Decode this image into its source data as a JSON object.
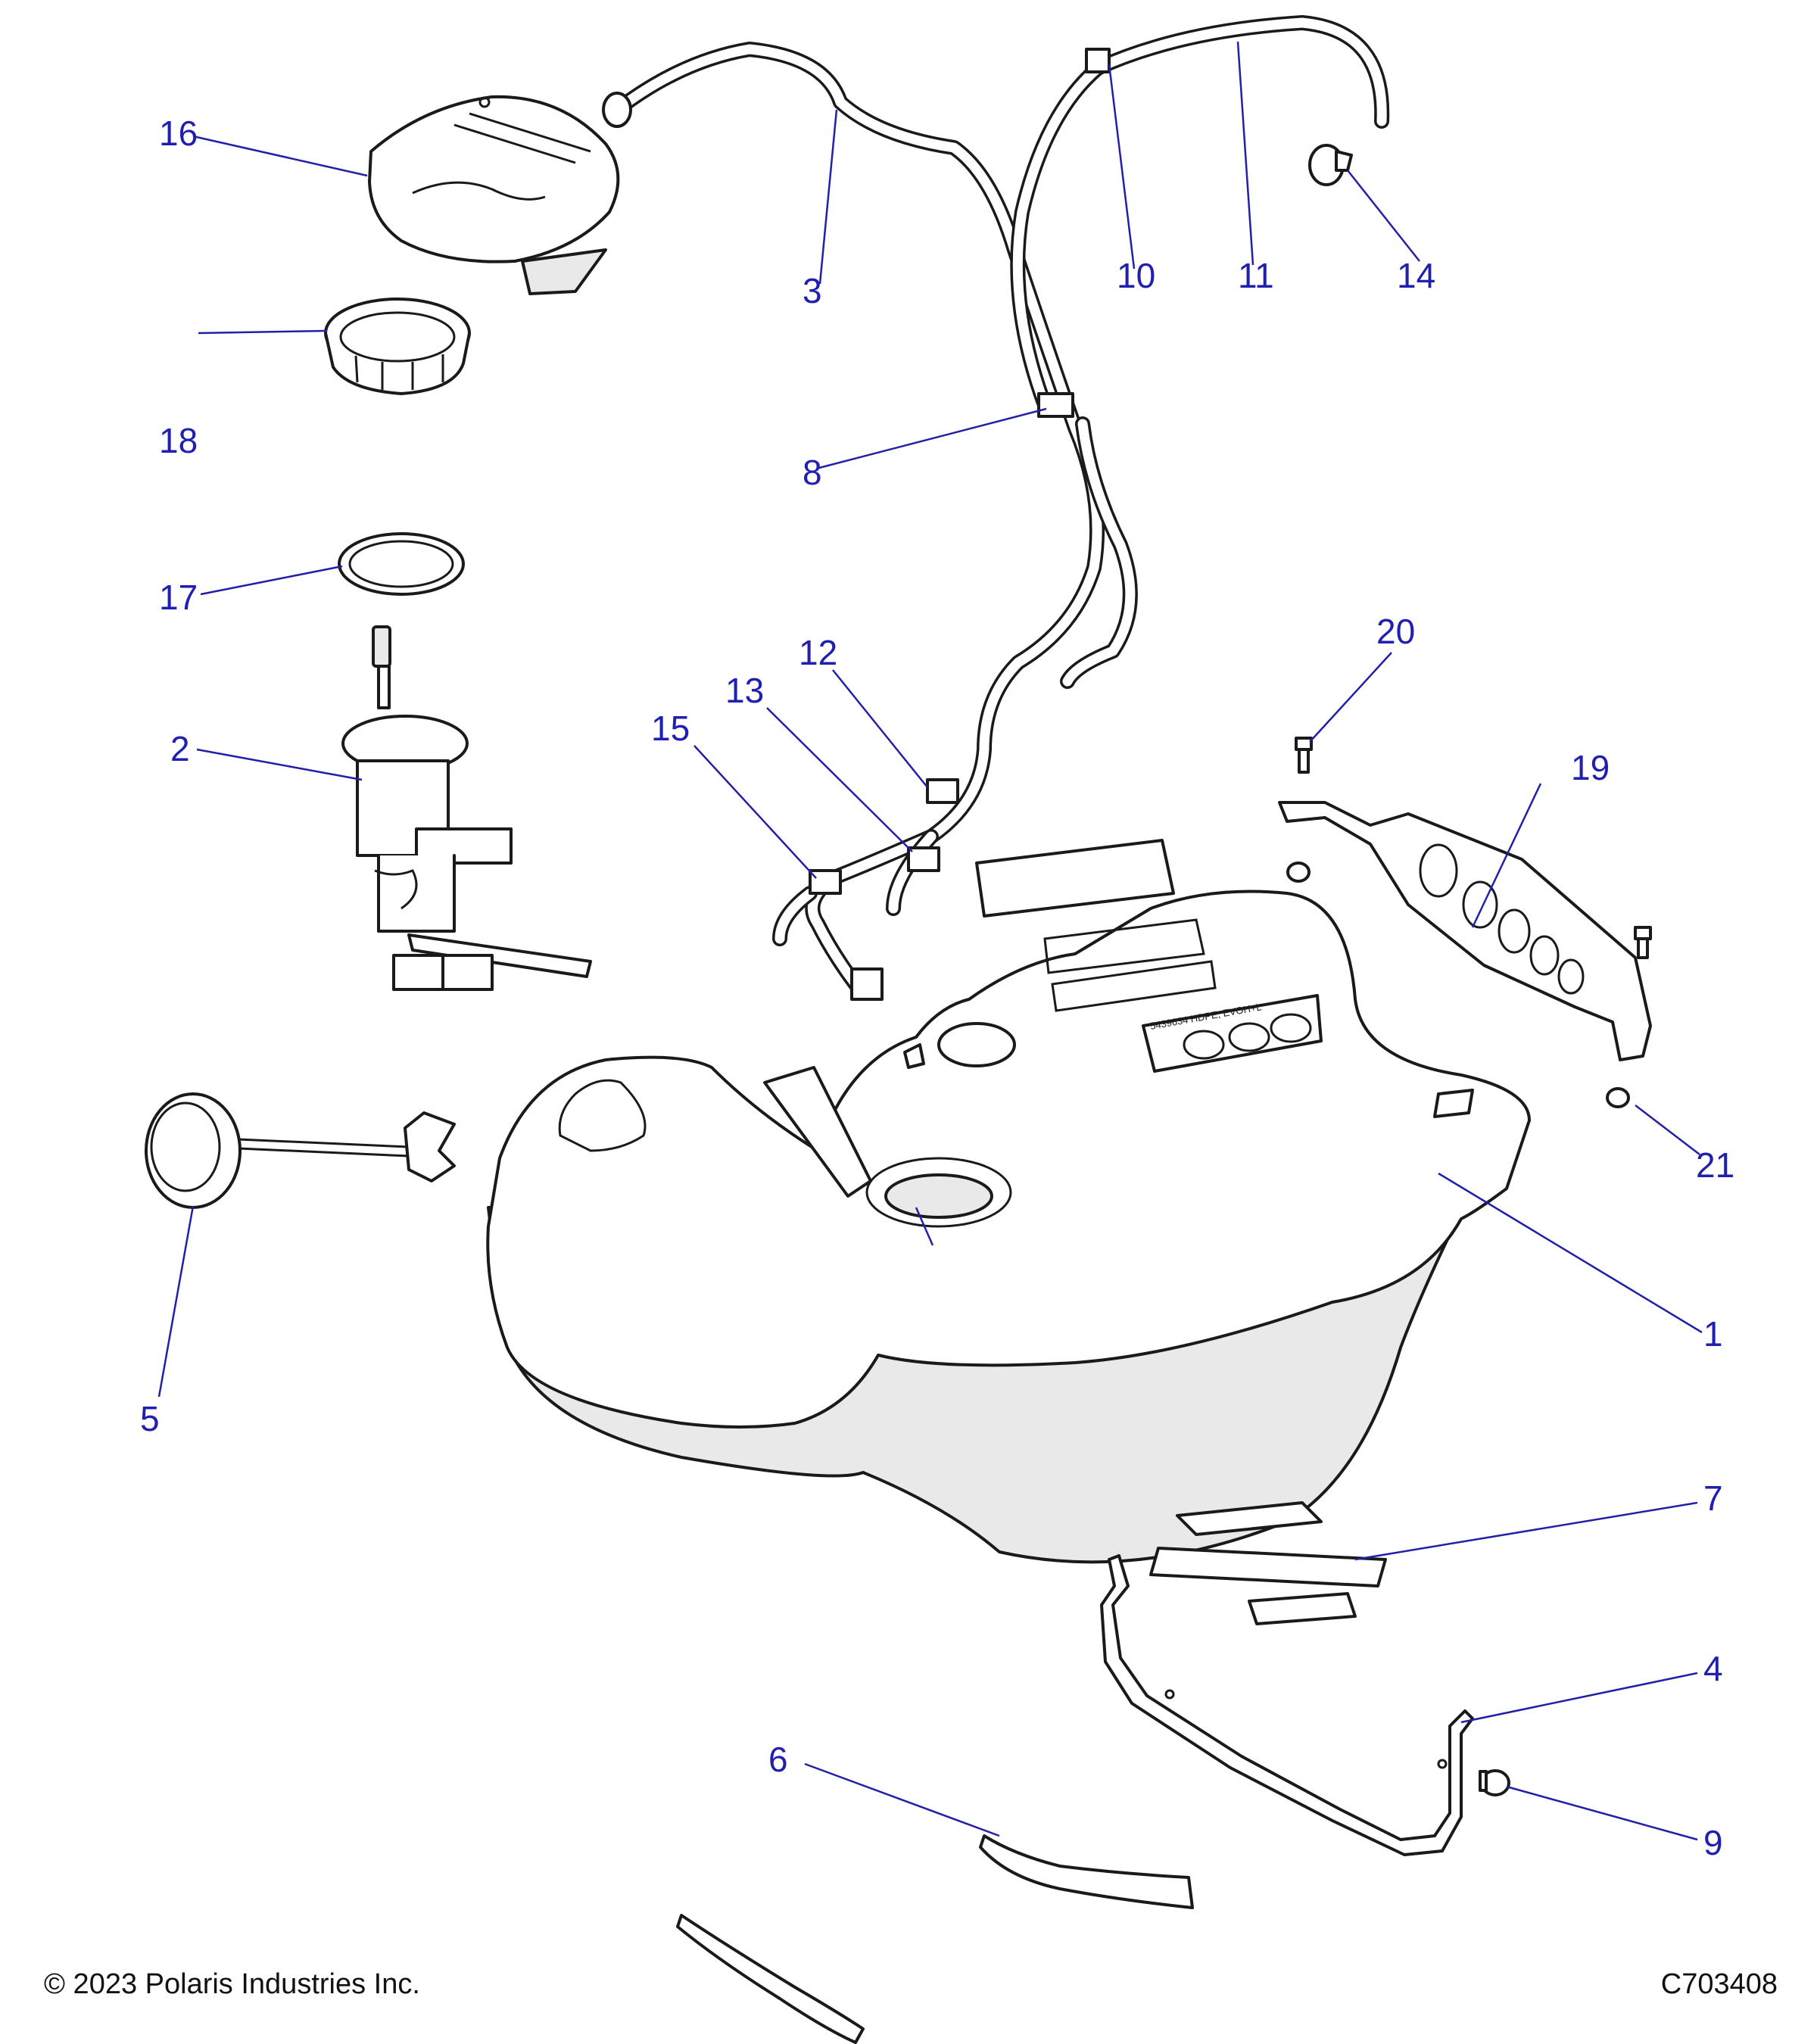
{
  "callouts": [
    "1",
    "2",
    "3",
    "4",
    "5",
    "6",
    "7",
    "8",
    "9",
    "10",
    "11",
    "12",
    "13",
    "14",
    "15",
    "16",
    "17",
    "18",
    "19",
    "20",
    "21"
  ],
  "label_text": "5439634 HDPE, EVOH+L",
  "footer": {
    "copyright": "© 2023 Polaris Industries Inc.",
    "drawing_id": "C703408"
  }
}
